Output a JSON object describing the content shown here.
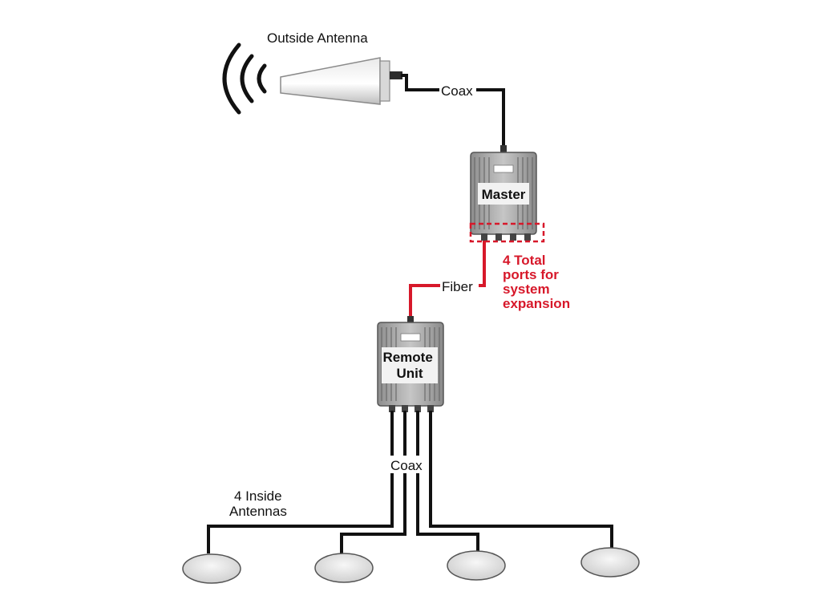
{
  "labels": {
    "outside_antenna": "Outside Antenna",
    "coax_top": "Coax",
    "master": "Master",
    "ports_note": [
      "4 Total",
      "ports for",
      "system",
      "expansion"
    ],
    "fiber": "Fiber",
    "remote_unit": [
      "Remote",
      "Unit"
    ],
    "coax_bottom": "Coax",
    "inside_antennas": [
      "4 Inside",
      "Antennas"
    ]
  },
  "colors": {
    "cable": "#111111",
    "fiber_and_note": "#d7182a",
    "unit_body": "#a9a9a9",
    "antenna_disc": "#e3e3e3"
  },
  "icons": [
    "radio-waves-icon",
    "panel-antenna-icon",
    "master-unit-icon",
    "remote-unit-icon",
    "inside-antenna-icon"
  ]
}
